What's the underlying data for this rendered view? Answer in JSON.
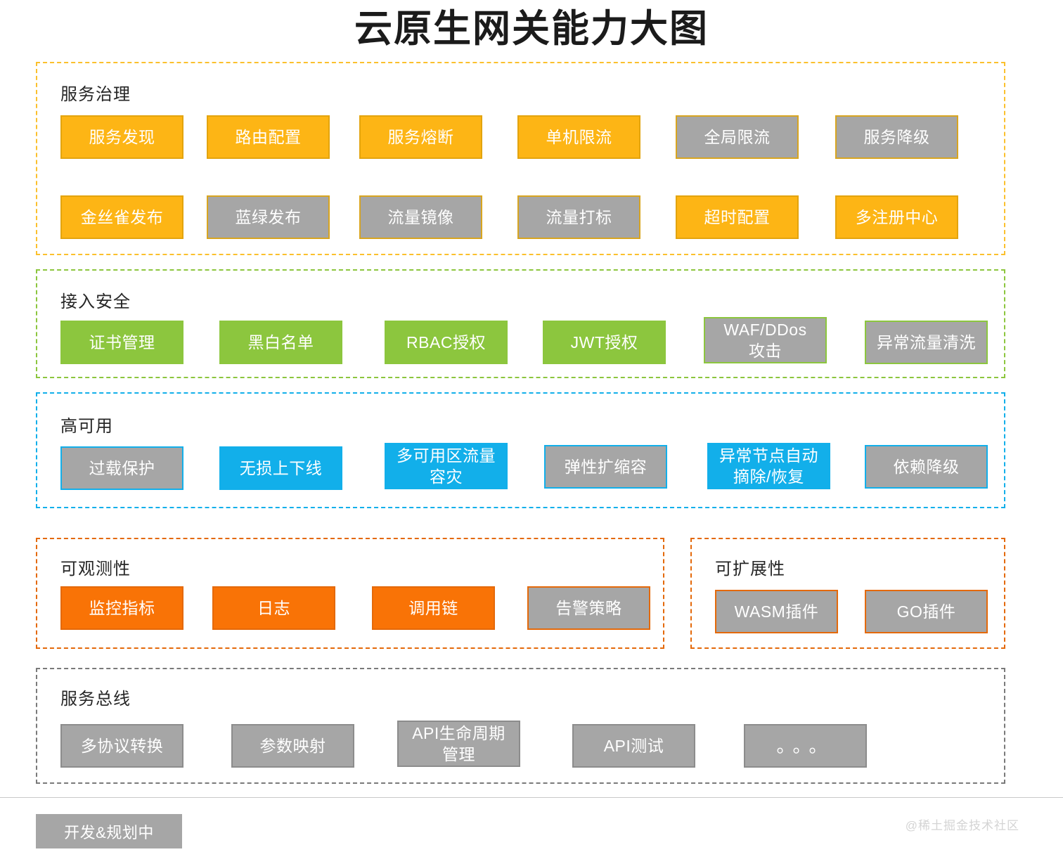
{
  "title": "云原生网关能力大图",
  "colors": {
    "amber": "#FDB515",
    "green": "#8CC63E",
    "blue": "#12AFEA",
    "orange": "#F97306",
    "gray": "#A6A6A6",
    "title_text": "#1B1B1B"
  },
  "sections": [
    {
      "id": "service-governance",
      "name": "服务治理",
      "accent": "#FBC02D",
      "cards": [
        {
          "label": "服务发现",
          "state": "active"
        },
        {
          "label": "路由配置",
          "state": "active"
        },
        {
          "label": "服务熔断",
          "state": "active"
        },
        {
          "label": "单机限流",
          "state": "active"
        },
        {
          "label": "全局限流",
          "state": "planned"
        },
        {
          "label": "服务降级",
          "state": "planned"
        },
        {
          "label": "金丝雀发布",
          "state": "active"
        },
        {
          "label": "蓝绿发布",
          "state": "planned"
        },
        {
          "label": "流量镜像",
          "state": "planned"
        },
        {
          "label": "流量打标",
          "state": "planned"
        },
        {
          "label": "超时配置",
          "state": "active"
        },
        {
          "label": "多注册中心",
          "state": "active"
        }
      ]
    },
    {
      "id": "access-security",
      "name": "接入安全",
      "accent": "#8CC63E",
      "cards": [
        {
          "label": "证书管理",
          "state": "active"
        },
        {
          "label": "黑白名单",
          "state": "active"
        },
        {
          "label": "RBAC授权",
          "state": "active"
        },
        {
          "label": "JWT授权",
          "state": "active"
        },
        {
          "label": "WAF/DDos攻击",
          "state": "planned",
          "lines": [
            "WAF/DDos",
            "攻击"
          ]
        },
        {
          "label": "异常流量清洗",
          "state": "planned"
        }
      ]
    },
    {
      "id": "high-availability",
      "name": "高可用",
      "accent": "#12AFEA",
      "cards": [
        {
          "label": "过载保护",
          "state": "planned"
        },
        {
          "label": "无损上下线",
          "state": "active"
        },
        {
          "label": "多可用区流量容灾",
          "state": "active",
          "lines": [
            "多可用区流量",
            "容灾"
          ]
        },
        {
          "label": "弹性扩缩容",
          "state": "planned"
        },
        {
          "label": "异常节点自动摘除/恢复",
          "state": "active",
          "lines": [
            "异常节点自动",
            "摘除/恢复"
          ]
        },
        {
          "label": "依赖降级",
          "state": "planned"
        }
      ]
    },
    {
      "id": "observability",
      "name": "可观测性",
      "accent": "#E4690A",
      "cards": [
        {
          "label": "监控指标",
          "state": "active"
        },
        {
          "label": "日志",
          "state": "active"
        },
        {
          "label": "调用链",
          "state": "active"
        },
        {
          "label": "告警策略",
          "state": "planned"
        }
      ]
    },
    {
      "id": "extensibility",
      "name": "可扩展性",
      "accent": "#E4690A",
      "cards": [
        {
          "label": "WASM插件",
          "state": "planned"
        },
        {
          "label": "GO插件",
          "state": "planned"
        }
      ]
    },
    {
      "id": "service-bus",
      "name": "服务总线",
      "accent": "#7A7A7A",
      "cards": [
        {
          "label": "多协议转换",
          "state": "planned"
        },
        {
          "label": "参数映射",
          "state": "planned"
        },
        {
          "label": "API生命周期管理",
          "state": "planned",
          "lines": [
            "API生命周期",
            "管理"
          ]
        },
        {
          "label": "API测试",
          "state": "planned"
        },
        {
          "label": "。。。",
          "state": "planned"
        }
      ]
    }
  ],
  "footer": {
    "legend_label": "开发&规划中",
    "watermark": "@稀土掘金技术社区"
  }
}
